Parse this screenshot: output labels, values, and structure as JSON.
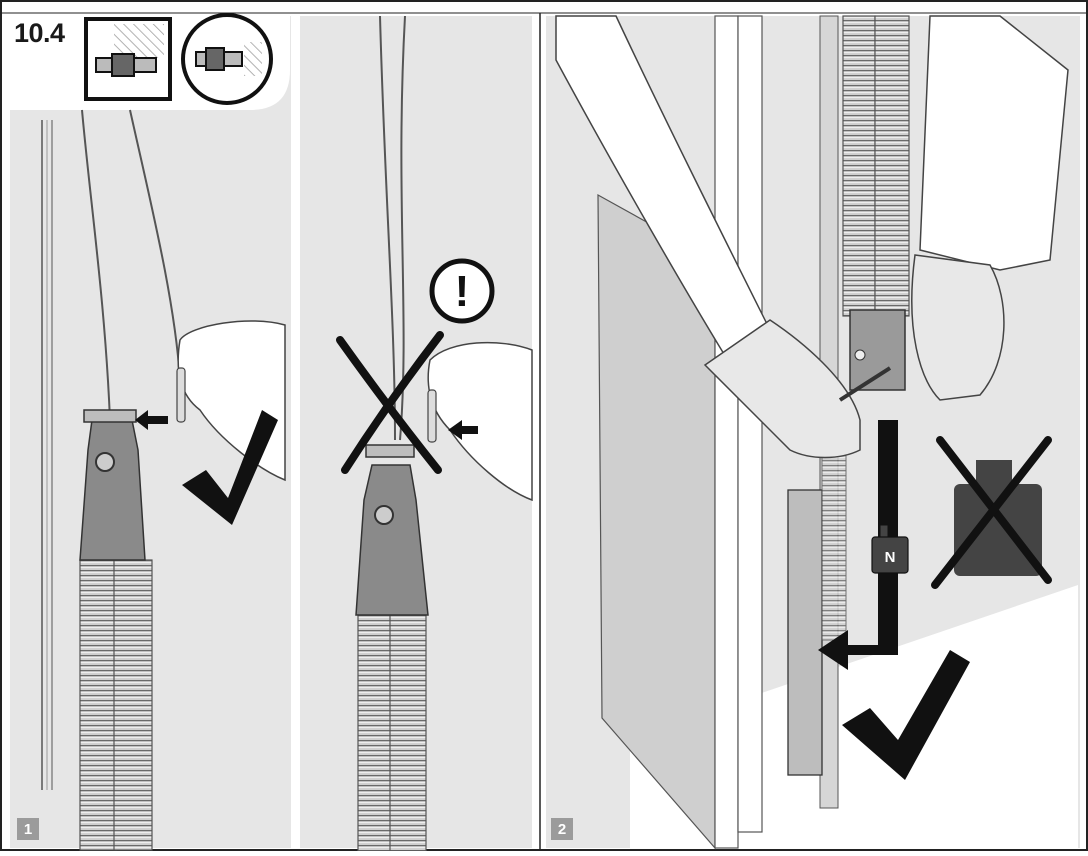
{
  "header": {
    "section_number": "10.4"
  },
  "steps": [
    {
      "number": "1"
    },
    {
      "number": "2"
    }
  ],
  "labels": {
    "weight_tag": "N"
  },
  "symbols": {
    "warning": "!",
    "check_color": "#111111",
    "cross_color": "#111111",
    "panel_color": "#e6e6e6"
  }
}
